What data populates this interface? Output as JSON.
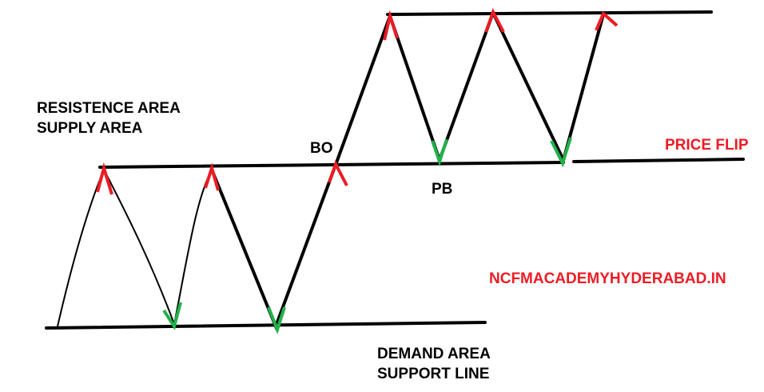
{
  "labels": {
    "resistance": "RESISTENCE AREA",
    "supply": "SUPPLY AREA",
    "breakout": "BO",
    "pullback": "PB",
    "price_flip": "PRICE FLIP",
    "website": "NCFMACADEMYHYDERABAD.IN",
    "demand": "DEMAND AREA",
    "support": "SUPPORT LINE"
  },
  "colors": {
    "line": "#000000",
    "peak_marker": "#ed1c24",
    "trough_marker": "#22b14c",
    "highlight_text": "#ed1c24"
  }
}
